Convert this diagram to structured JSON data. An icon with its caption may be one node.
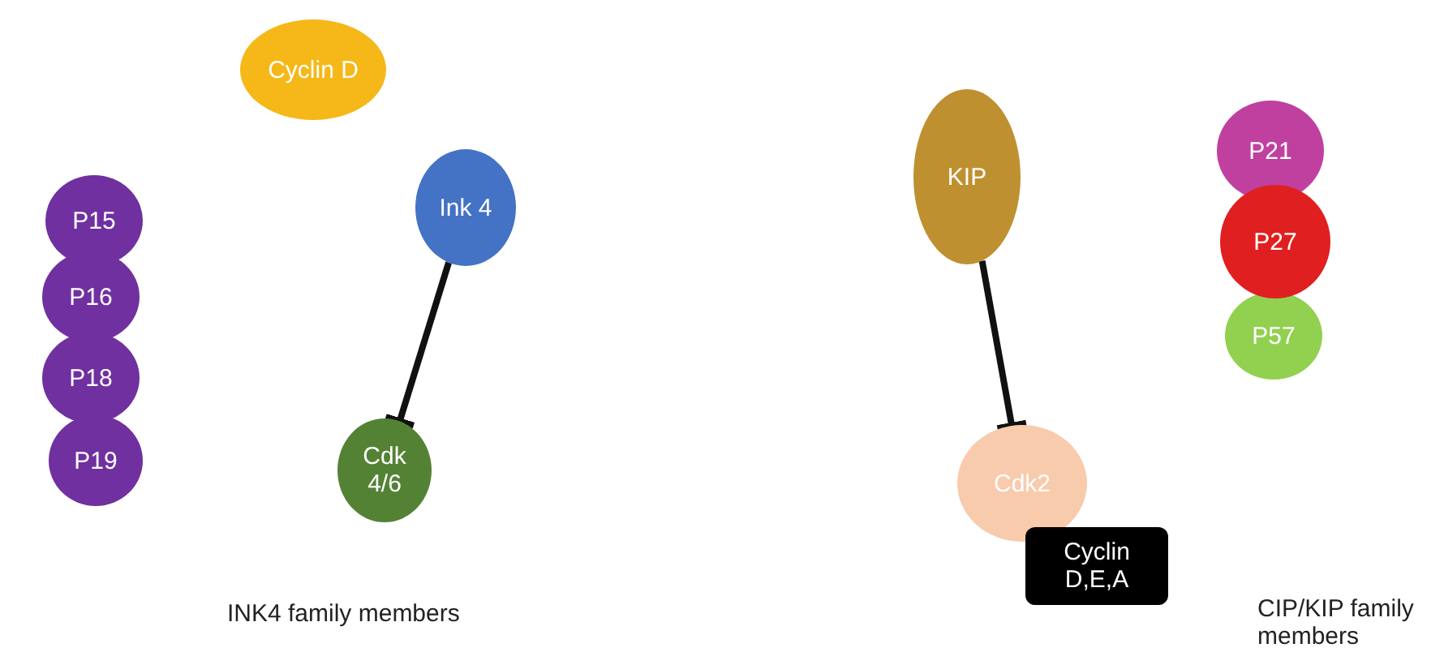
{
  "diagram": {
    "nodes": [
      {
        "text": [
          "Cyclin D"
        ]
      },
      {
        "text": [
          "Ink 4"
        ]
      },
      {
        "text": [
          "P15"
        ]
      },
      {
        "text": [
          "P16"
        ]
      },
      {
        "text": [
          "P18"
        ]
      },
      {
        "text": [
          "P19"
        ]
      },
      {
        "text": [
          "Cdk 4/6"
        ]
      },
      {
        "text": [
          "KIP"
        ]
      },
      {
        "text": [
          "P21"
        ]
      },
      {
        "text": [
          "P27"
        ]
      },
      {
        "text": [
          "P57"
        ]
      },
      {
        "text": [
          "Cdk2"
        ]
      },
      {
        "text": [
          "Cyclin D,E,A"
        ]
      }
    ],
    "edges": [
      {
        "from": 1,
        "to": 6,
        "arrow": "other"
      },
      {
        "from": 7,
        "to": 11,
        "arrow": "other"
      }
    ],
    "labels": [
      "INK4 family members",
      "CIP/KIP family members"
    ]
  }
}
